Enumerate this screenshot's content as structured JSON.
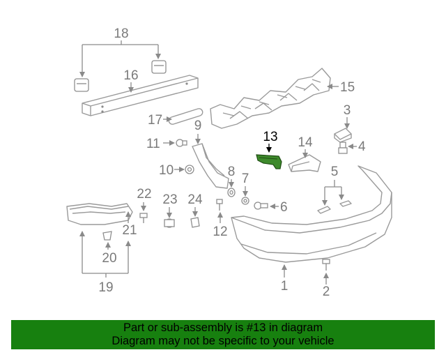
{
  "diagram": {
    "callouts": [
      "1",
      "2",
      "3",
      "4",
      "5",
      "6",
      "7",
      "8",
      "9",
      "10",
      "11",
      "12",
      "13",
      "14",
      "15",
      "16",
      "17",
      "18",
      "19",
      "20",
      "21",
      "22",
      "23",
      "24"
    ],
    "highlighted_part": "13",
    "highlight_color": "#3e8a2c"
  },
  "banner": {
    "line1": "Part or sub-assembly is #13 in diagram",
    "line2": "Diagram may not be specific to your vehicle",
    "background": "#17800f"
  }
}
